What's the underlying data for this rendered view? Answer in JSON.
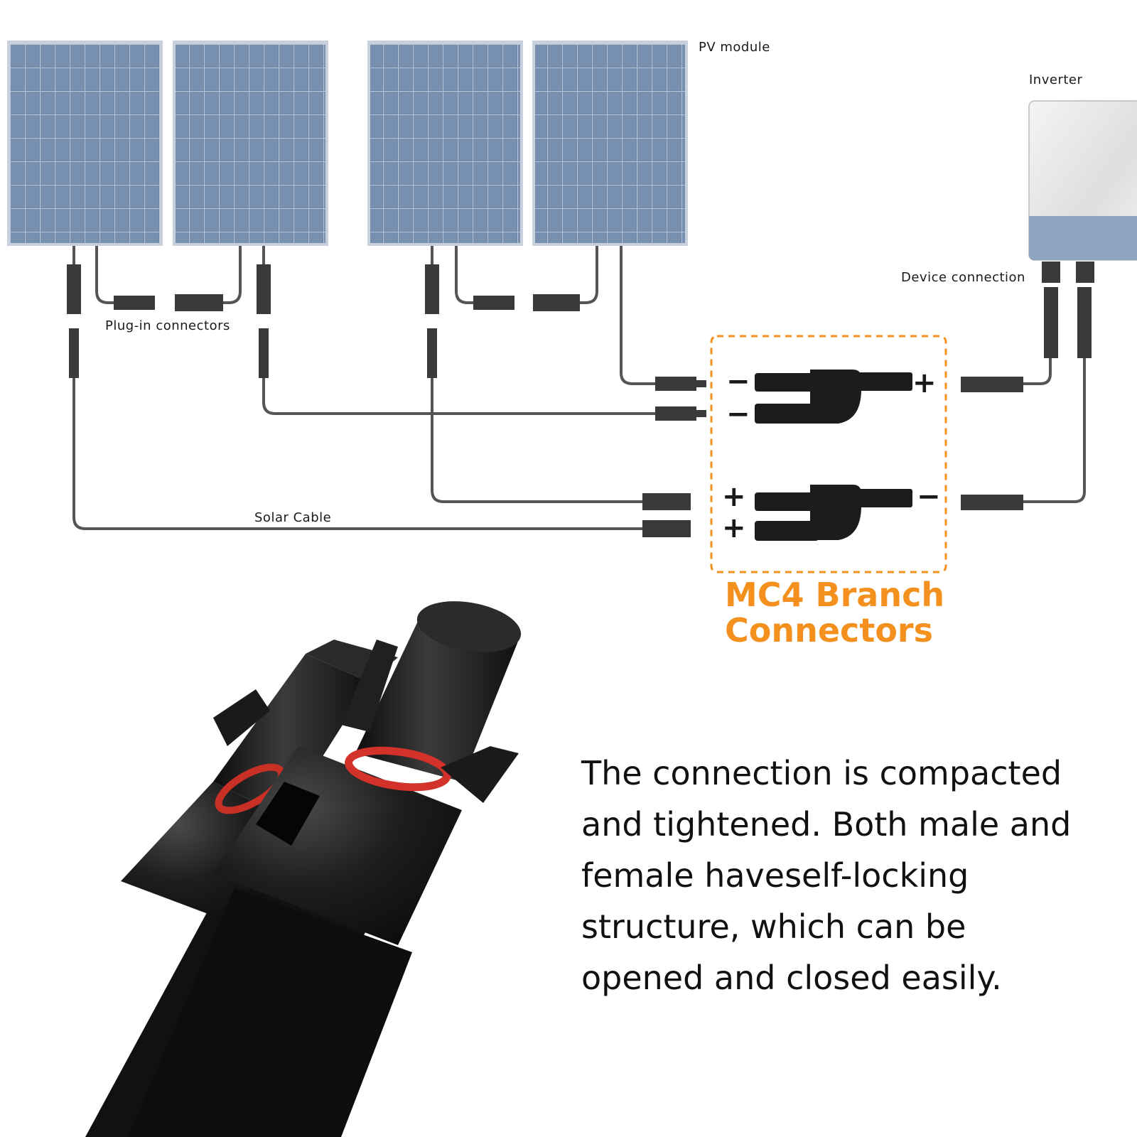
{
  "labels": {
    "pv_module": "PV module",
    "inverter": "Inverter",
    "device_connection": "Device connection",
    "plug_in_connectors": "Plug-in connectors",
    "solar_cable": "Solar Cable"
  },
  "polarity": {
    "upper_left": [
      "−",
      "−"
    ],
    "upper_right": "+",
    "lower_left": [
      "+",
      "+"
    ],
    "lower_right": "−"
  },
  "title": {
    "line1": "MC4 Branch",
    "line2": "Connectors"
  },
  "description": {
    "lines": [
      "The connection is compacted",
      "and tightened. Both male and",
      "female haveself-locking",
      "structure, which can be",
      "opened and closed easily."
    ]
  },
  "colors": {
    "accent_orange": "#f4901e",
    "panel_blue": "#6d84a6",
    "cable_gray": "#555555",
    "connector_dark": "#2a2a2a"
  },
  "icons": [
    "solar-panel-icon",
    "inverter-icon",
    "mc4-connector-icon",
    "branch-connector-icon"
  ]
}
